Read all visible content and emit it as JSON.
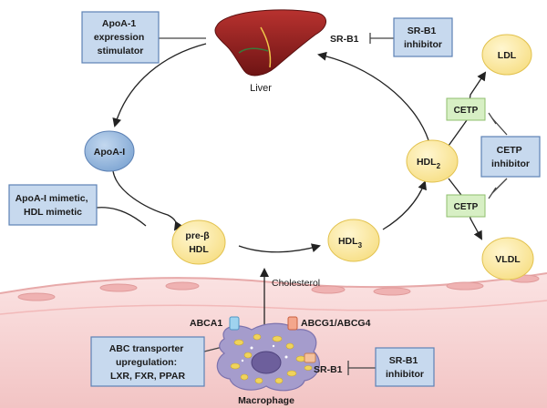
{
  "boxes": {
    "apoa1_stimulator": [
      "ApoA-1",
      "expression",
      "stimulator"
    ],
    "srb1_inhibitor_top": [
      "SR-B1",
      "inhibitor"
    ],
    "cetp_inhibitor": [
      "CETP",
      "inhibitor"
    ],
    "apoa1_mimetic": [
      "ApoA-I mimetic,",
      "HDL mimetic"
    ],
    "abc_upregulation": [
      "ABC transporter",
      "upregulation:",
      "LXR, FXR, PPAR"
    ],
    "srb1_inhibitor_bottom": [
      "SR-B1",
      "inhibitor"
    ]
  },
  "nodes": {
    "apoa1": "ApoA-I",
    "pre_beta_hdl": [
      "pre-β",
      "HDL"
    ],
    "hdl3": "HDL",
    "hdl3_sub": "3",
    "hdl2": "HDL",
    "hdl2_sub": "2",
    "ldl": "LDL",
    "vldl": "VLDL",
    "cetp_top": "CETP",
    "cetp_bottom": "CETP"
  },
  "labels": {
    "liver": "Liver",
    "macrophage": "Macrophage",
    "cholesterol": "Cholesterol",
    "srb1_liver": "SR-B1",
    "srb1_macrophage": "SR-B1",
    "abca1": "ABCA1",
    "abcg": "ABCG1/ABCG4"
  },
  "colors": {
    "box_fill": "#c7d9ee",
    "box_stroke": "#5d82b5",
    "yellow_node": "#fbe9a1",
    "yellow_stroke": "#e2c24e",
    "blue_node": "#93b6dd",
    "cetp_fill": "#d7efc4",
    "liver": "#8e1f1f",
    "macrophage": "#a59ccc",
    "tissue": "#f4c9c9"
  }
}
